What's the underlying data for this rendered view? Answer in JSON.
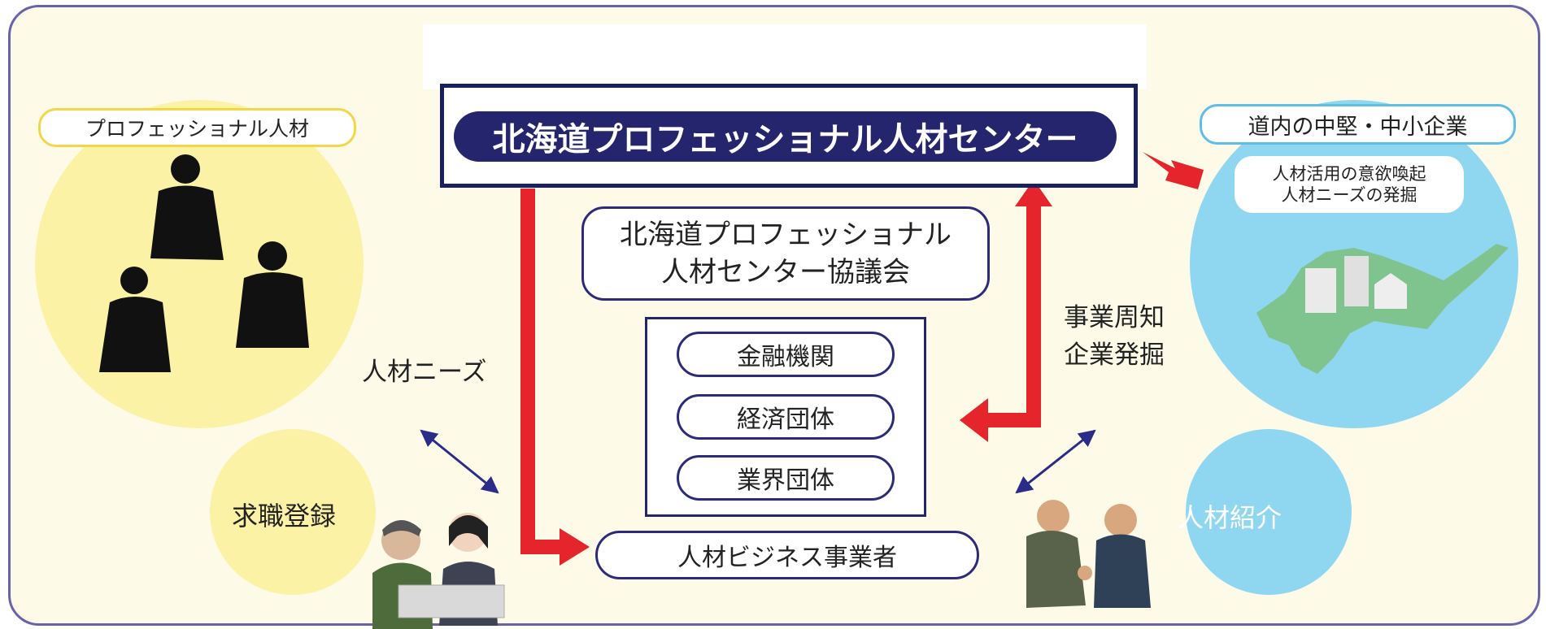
{
  "center": {
    "title": "北海道プロフェッショナル人材センター"
  },
  "council": {
    "line1": "北海道プロフェッショナル",
    "line2": "人材センター協議会"
  },
  "members": [
    "金融機関",
    "経済団体",
    "業界団体"
  ],
  "business": "人材ビジネス事業者",
  "left": {
    "label": "プロフェッショナル人材",
    "needs": "人材ニーズ",
    "registration": "求職登録"
  },
  "right": {
    "label": "道内の中堅・中小企業",
    "box_line1": "人材活用の意欲喚起",
    "box_line2": "人材ニーズの発掘",
    "placement": "人材紹介"
  },
  "middle_right": {
    "line1": "事業周知",
    "line2": "企業発掘"
  },
  "colors": {
    "frame": "#6a62a8",
    "navy": "#25256e",
    "red": "#e5242b",
    "yellow": "#fbf2a6",
    "blue": "#8fd6f1",
    "background": "#fdfbe8"
  }
}
